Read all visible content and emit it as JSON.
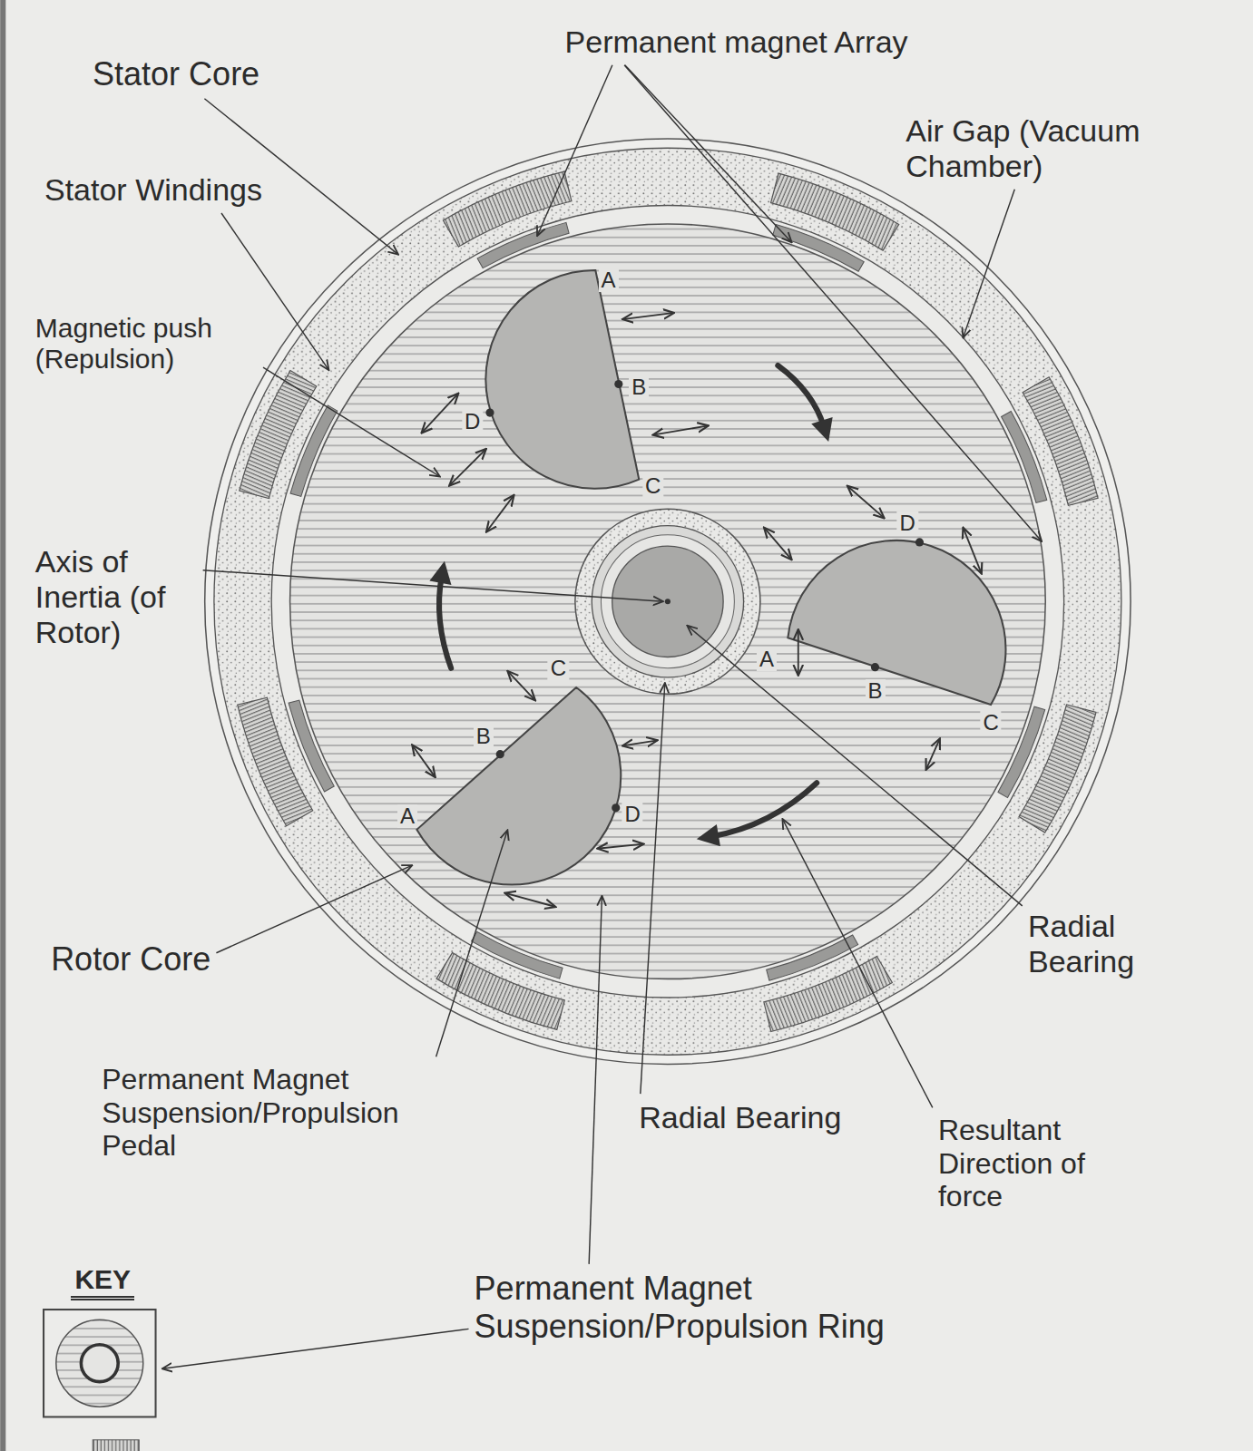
{
  "diagram": {
    "nodes": [
      {
        "text": [
          "KEY"
        ]
      }
    ],
    "labels": [
      "Permanent magnet Array",
      "Stator Core",
      "Air Gap (Vacuum Chamber)",
      "Stator Windings",
      "Magnetic push (Repulsion)",
      "Axis of Inertia (of Rotor)",
      "Rotor Core",
      "Radial Bearing",
      "Permanent Magnet Suspension/Propulsion Pedal",
      "Radial Bearing",
      "Resultant Direction of force",
      "Permanent Magnet Suspension/Propulsion Ring",
      "A",
      "B",
      "C",
      "D",
      "D",
      "A",
      "B",
      "C",
      "C",
      "B",
      "A",
      "D"
    ]
  }
}
